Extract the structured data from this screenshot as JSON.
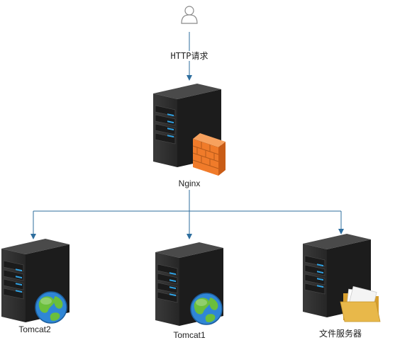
{
  "diagram": {
    "user": {
      "icon": "user-icon"
    },
    "request_label": "HTTP请求",
    "nginx": {
      "label": "Nginx",
      "icon": "server-icon",
      "badge_icon": "firewall-icon"
    },
    "servers": [
      {
        "label": "Tomcat2",
        "icon": "server-icon",
        "badge_icon": "globe-icon"
      },
      {
        "label": "Tomcat1",
        "icon": "server-icon",
        "badge_icon": "globe-icon"
      },
      {
        "label": "文件服务器",
        "icon": "server-icon",
        "badge_icon": "folder-icon"
      }
    ],
    "colors": {
      "connector": "#2e6e9e",
      "server_body": "#2b2b2b",
      "server_led": "#2fa3e6",
      "firewall": "#f07b2a",
      "globe_ocean": "#2f86d6",
      "globe_land": "#6bbf3b",
      "folder": "#e8b84a"
    }
  }
}
